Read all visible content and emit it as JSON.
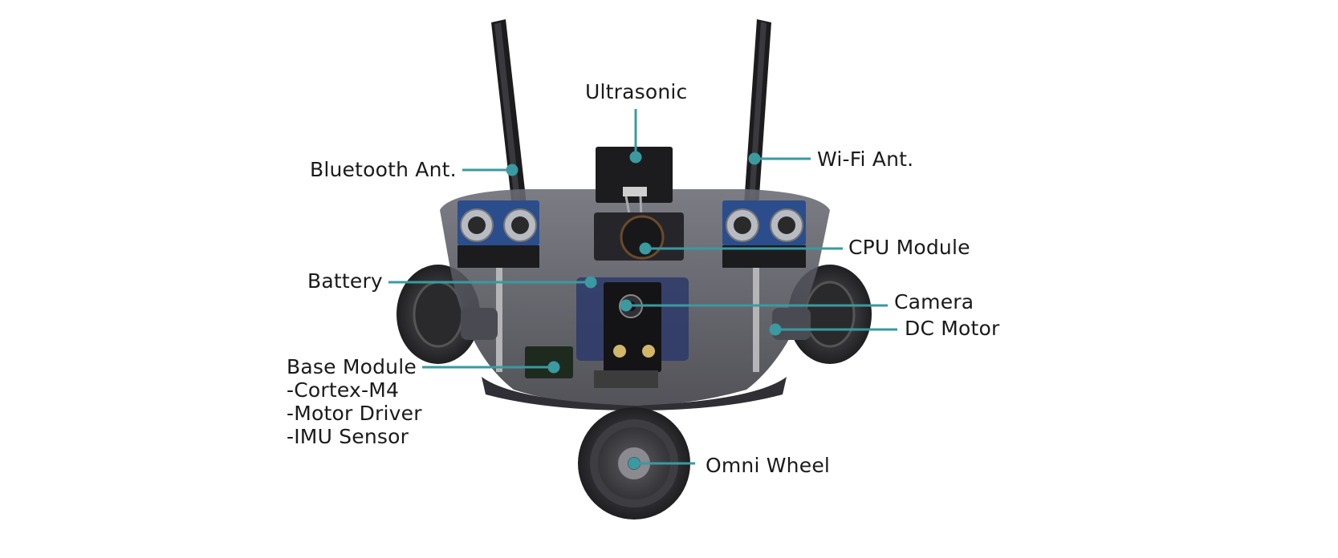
{
  "callouts": {
    "ultrasonic": "Ultrasonic",
    "bluetooth": "Bluetooth Ant.",
    "wifi": "Wi-Fi Ant.",
    "cpu": "CPU Module",
    "battery": "Battery",
    "camera": "Camera",
    "dc_motor": "DC Motor",
    "base_title": "Base Module",
    "base_1": "-Cortex-M4",
    "base_2": "-Motor Driver",
    "base_3": "-IMU Sensor",
    "omni": "Omni Wheel"
  },
  "colors": {
    "leader": "#3a9aa0",
    "body": "#55555e",
    "dark": "#1c1c1f",
    "sensor": "#2b4d8c",
    "wheel": "#2a2a2d"
  }
}
